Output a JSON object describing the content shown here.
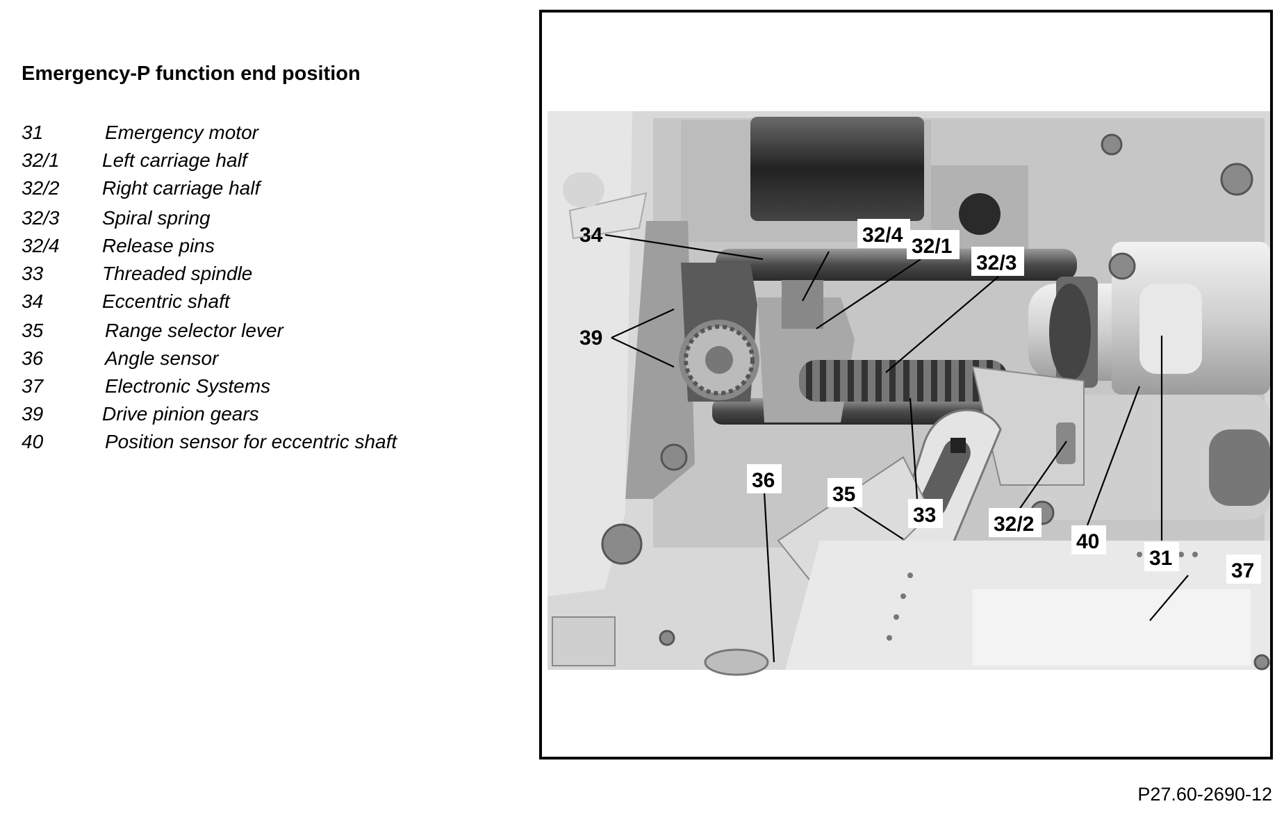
{
  "heading": "Emergency-P function end position",
  "legend": [
    {
      "num": "31",
      "desc": "Emergency motor"
    },
    {
      "num": "32/1",
      "desc": "Left carriage half"
    },
    {
      "num": "32/2",
      "desc": "Right carriage half"
    },
    {
      "num": "32/3",
      "desc": "Spiral spring"
    },
    {
      "num": "32/4",
      "desc": "Release pins"
    },
    {
      "num": "33",
      "desc": "Threaded spindle"
    },
    {
      "num": "34",
      "desc": "Eccentric shaft"
    },
    {
      "num": "35",
      "desc": "Range selector lever"
    },
    {
      "num": "36",
      "desc": "Angle sensor"
    },
    {
      "num": "37",
      "desc": "Electronic Systems"
    },
    {
      "num": "39",
      "desc": "Drive pinion gears"
    },
    {
      "num": "40",
      "desc": "Position sensor for eccentric shaft"
    }
  ],
  "callouts": {
    "c34": "34",
    "c324": "32/4",
    "c321": "32/1",
    "c323": "32/3",
    "c39": "39",
    "c36": "36",
    "c35": "35",
    "c33": "33",
    "c322": "32/2",
    "c40": "40",
    "c31": "31",
    "c37": "37"
  },
  "figure_code": "P27.60-2690-12"
}
